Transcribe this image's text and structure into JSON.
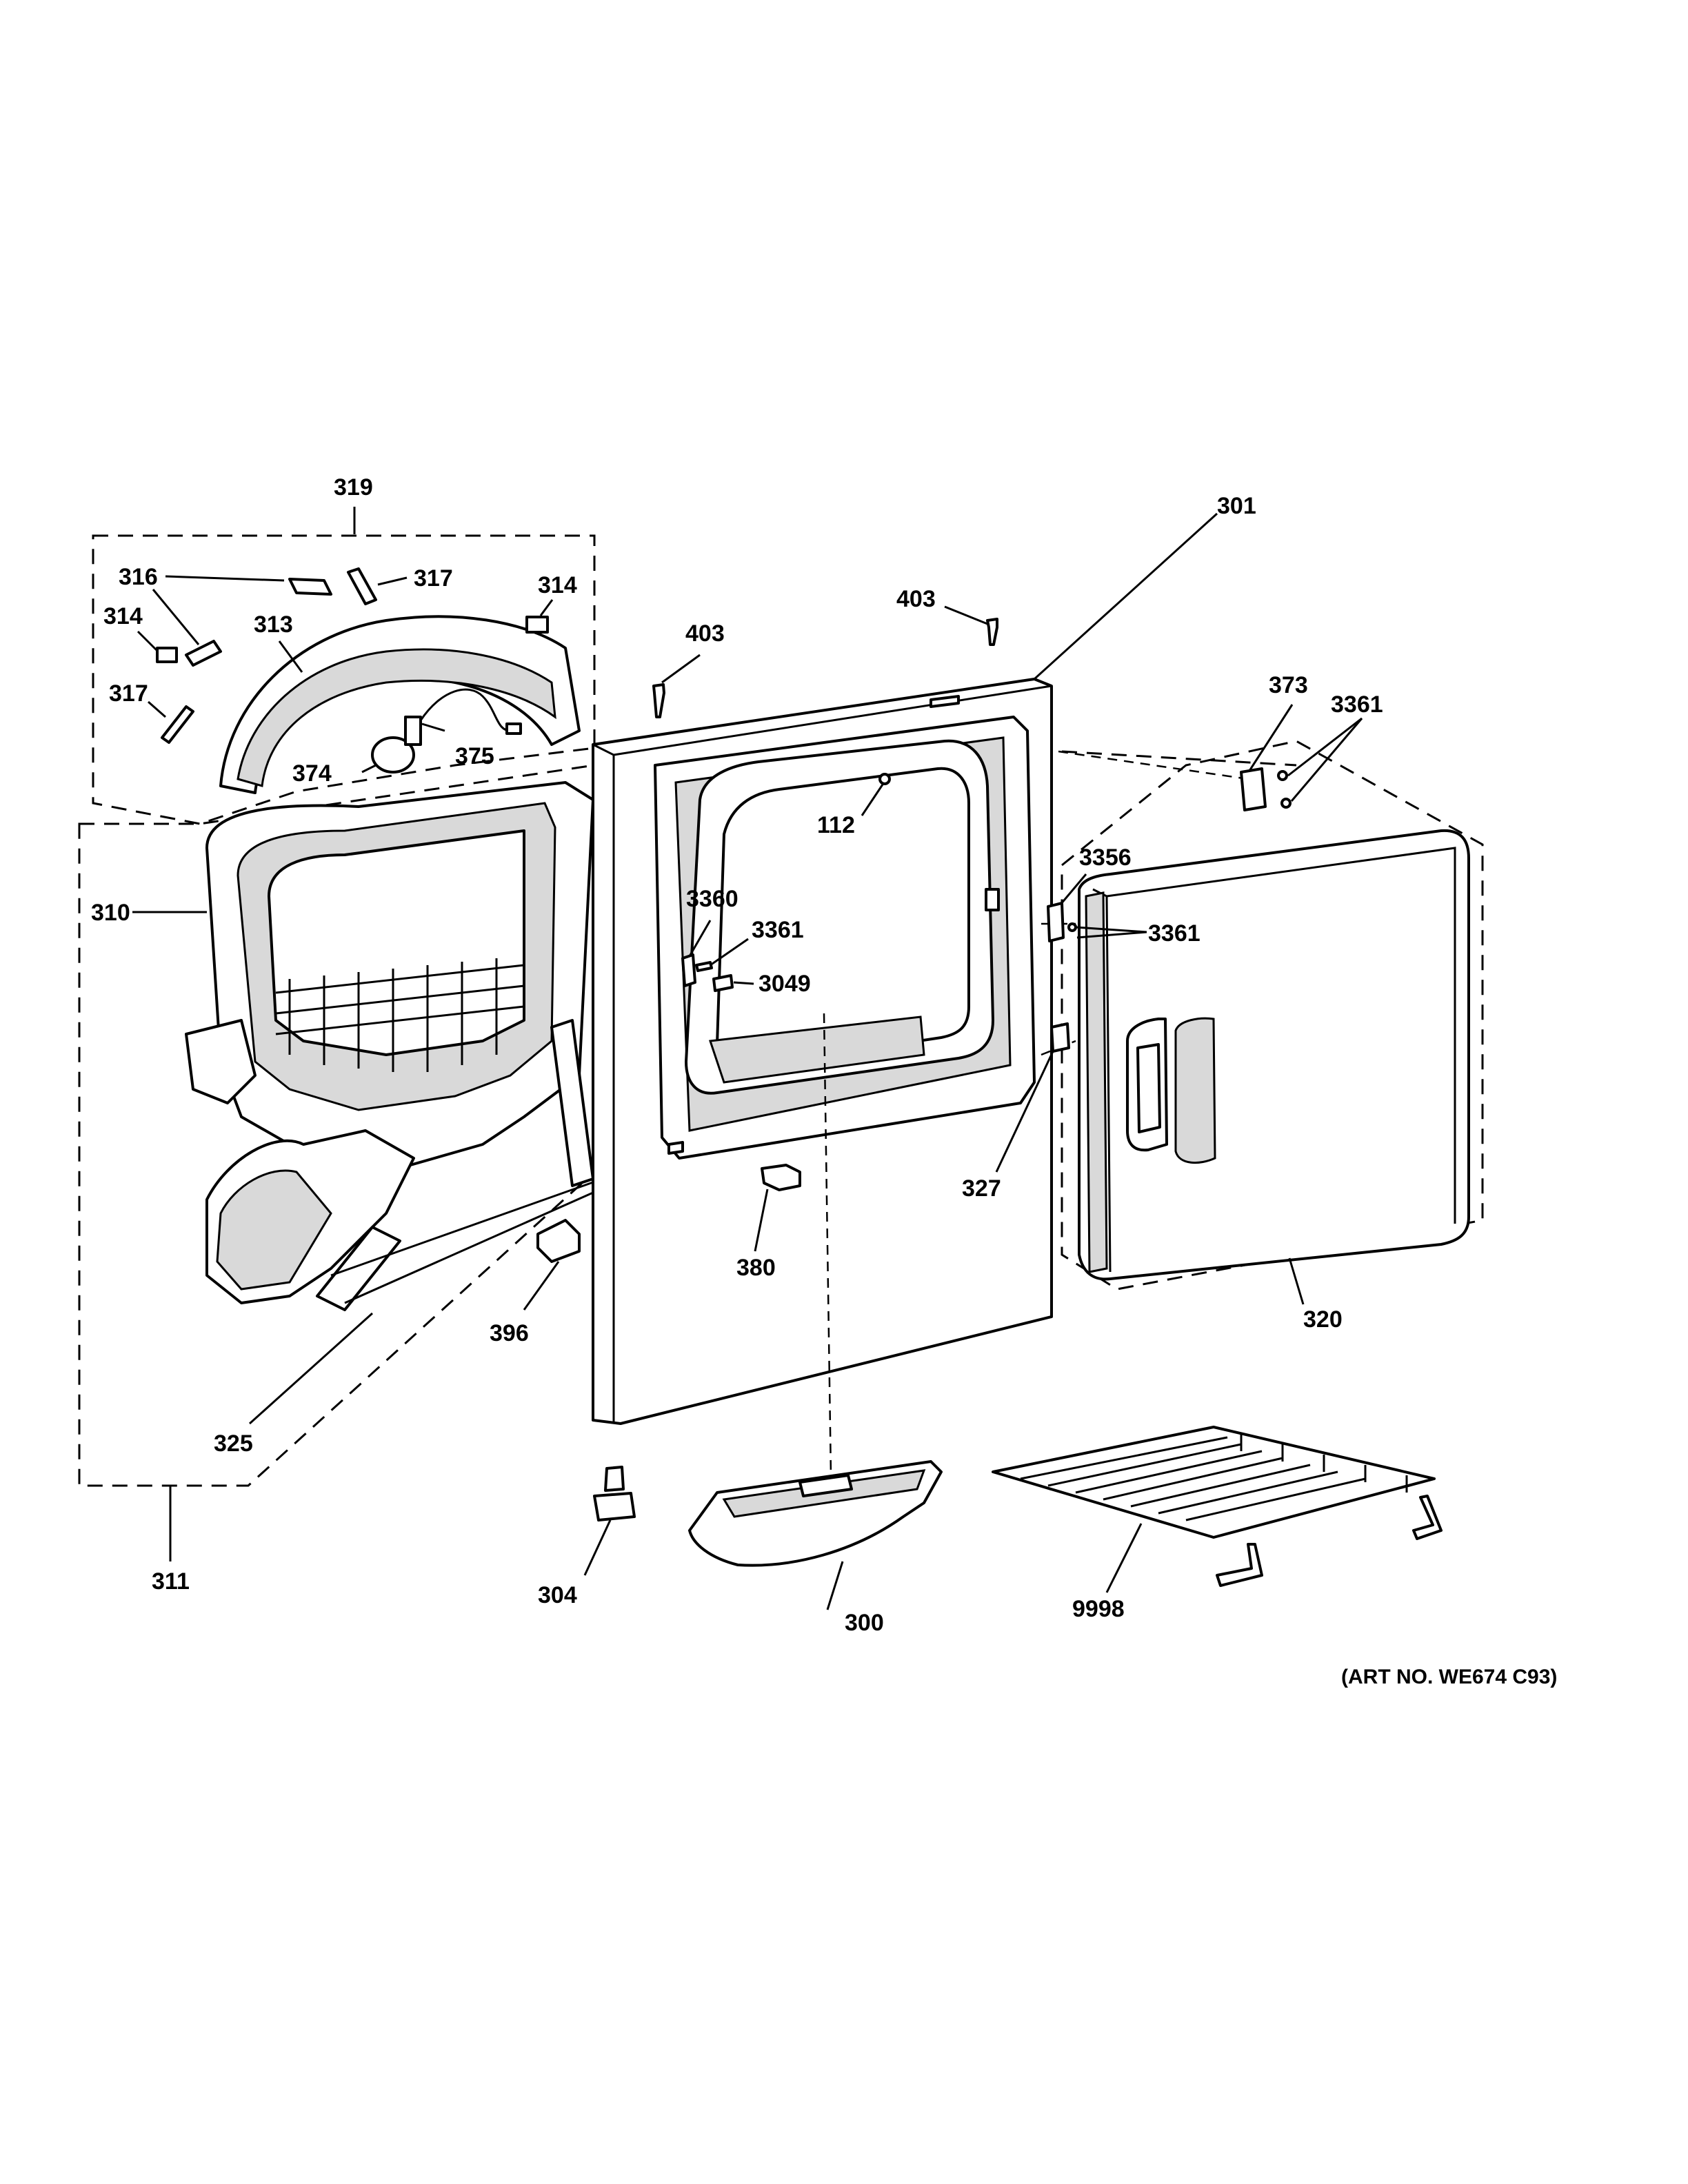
{
  "callouts": [
    {
      "id": "c319",
      "text": "319"
    },
    {
      "id": "c316",
      "text": "316"
    },
    {
      "id": "c317a",
      "text": "317"
    },
    {
      "id": "c314a",
      "text": "314"
    },
    {
      "id": "c314b",
      "text": "314"
    },
    {
      "id": "c313",
      "text": "313"
    },
    {
      "id": "c317b",
      "text": "317"
    },
    {
      "id": "c374",
      "text": "374"
    },
    {
      "id": "c375",
      "text": "375"
    },
    {
      "id": "c310",
      "text": "310"
    },
    {
      "id": "c325",
      "text": "325"
    },
    {
      "id": "c311",
      "text": "311"
    },
    {
      "id": "c396",
      "text": "396"
    },
    {
      "id": "c304",
      "text": "304"
    },
    {
      "id": "c403a",
      "text": "403"
    },
    {
      "id": "c403b",
      "text": "403"
    },
    {
      "id": "c301",
      "text": "301"
    },
    {
      "id": "c112",
      "text": "112"
    },
    {
      "id": "c3360",
      "text": "3360"
    },
    {
      "id": "c3361a",
      "text": "3361"
    },
    {
      "id": "c3049",
      "text": "3049"
    },
    {
      "id": "c380",
      "text": "380"
    },
    {
      "id": "c300",
      "text": "300"
    },
    {
      "id": "c373",
      "text": "373"
    },
    {
      "id": "c3361b",
      "text": "3361"
    },
    {
      "id": "c3356",
      "text": "3356"
    },
    {
      "id": "c3361c",
      "text": "3361"
    },
    {
      "id": "c327",
      "text": "327"
    },
    {
      "id": "c320",
      "text": "320"
    },
    {
      "id": "c9998",
      "text": "9998"
    }
  ],
  "art_number": "(ART NO. WE674 C93)"
}
